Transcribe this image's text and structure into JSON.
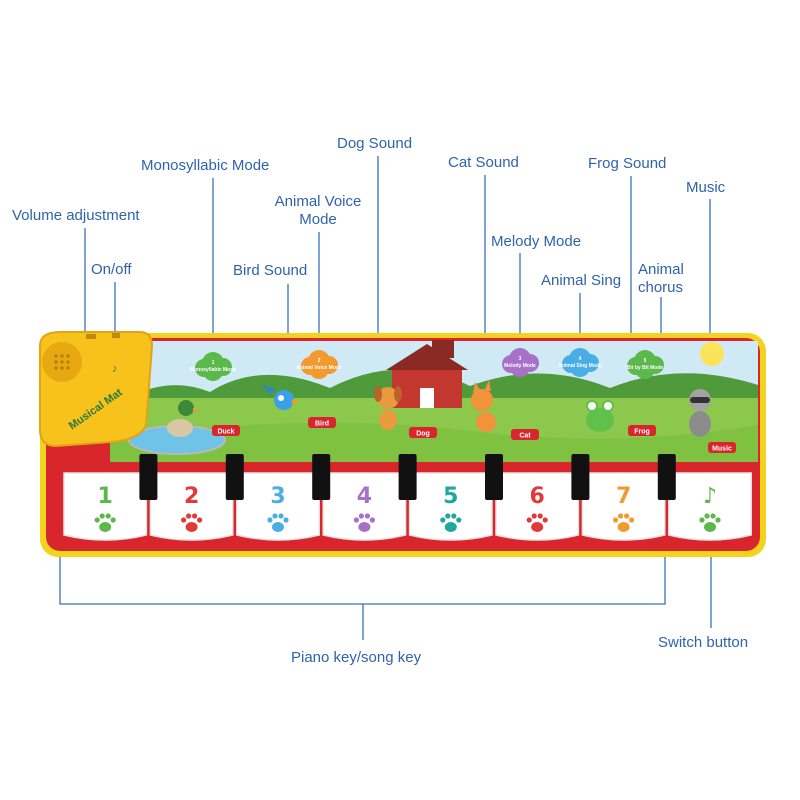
{
  "callouts": {
    "volume": "Volume adjustment",
    "onoff": "On/off",
    "monosyllabic": "Monosyllabic Mode",
    "animal_voice": "Animal Voice\nMode",
    "bird": "Bird Sound",
    "dog": "Dog Sound",
    "cat": "Cat Sound",
    "melody": "Melody Mode",
    "frog": "Frog Sound",
    "animal_sing": "Animal Sing",
    "animal_chorus": "Animal\nchorus",
    "music": "Music",
    "piano": "Piano key/song key",
    "switch": "Switch button"
  },
  "mat": {
    "brand": "Musical Mat",
    "mode_clouds": [
      {
        "num": "1",
        "text": "Monosyllabic Mode",
        "color": "#5bb84a"
      },
      {
        "num": "2",
        "text": "Animal Voice Mode",
        "color": "#f29a2e"
      },
      {
        "num": "3",
        "text": "Melody Mode",
        "color": "#a771c9"
      },
      {
        "num": "4",
        "text": "Animal Sing Mode",
        "color": "#4aaee6"
      },
      {
        "num": "5",
        "text": "Bit by Bit Mode",
        "color": "#5bb84a"
      }
    ],
    "animal_labels": [
      "Duck",
      "Bird",
      "Dog",
      "Cat",
      "Frog",
      "Music"
    ],
    "keys": [
      {
        "num": "1",
        "color": "#5bb84a"
      },
      {
        "num": "2",
        "color": "#e23a3a"
      },
      {
        "num": "3",
        "color": "#4aaee6"
      },
      {
        "num": "4",
        "color": "#a771c9"
      },
      {
        "num": "5",
        "color": "#1fa8a0"
      },
      {
        "num": "6",
        "color": "#e23a3a"
      },
      {
        "num": "7",
        "color": "#f29a2e"
      },
      {
        "num": "♪",
        "color": "#5bb84a"
      }
    ]
  },
  "colors": {
    "callout_text": "#2f63ad",
    "callout_line": "#3a6fbf",
    "mat_border": "#f4d31f",
    "mat_red": "#d8262c",
    "grass": "#7fc242"
  }
}
